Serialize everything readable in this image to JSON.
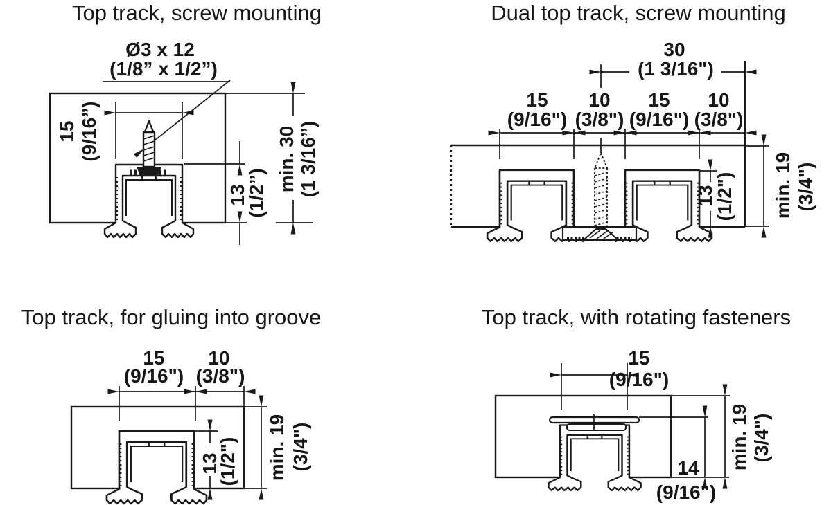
{
  "meta": {
    "page_type": "technical catalog drawing, sliding door top track cross-sections",
    "line_color": "#1a1a1a",
    "background_color": "#ffffff"
  },
  "diagrams": [
    {
      "id": "top-track-screw-mounting",
      "title": "Top track, screw mounting",
      "labels": {
        "screw_spec": "Ø3  x 12",
        "screw_spec_in": "(1/8” x 1/2”)",
        "width": "15",
        "width_in": "(9/16”)",
        "depth": "13",
        "depth_in": "(1/2”)",
        "thickness": "min. 30",
        "thickness_in": "(1 3/16”)"
      }
    },
    {
      "id": "dual-top-track-screw-mounting",
      "title": "Dual top track, screw mounting",
      "labels": {
        "overall": "30",
        "overall_in": "(1 3/16\")",
        "seg1": "15",
        "seg1_in": "(9/16\")",
        "seg2": "10",
        "seg2_in": "(3/8\")",
        "seg3": "15",
        "seg3_in": "(9/16\")",
        "seg4": "10",
        "seg4_in": "(3/8\")",
        "depth": "13",
        "depth_in": "(1/2\")",
        "thickness": "min. 19",
        "thickness_in": "(3/4\")"
      }
    },
    {
      "id": "top-track-gluing-into-groove",
      "title": "Top track, for gluing into groove",
      "labels": {
        "width": "15",
        "width_in": "(9/16\")",
        "edge": "10",
        "edge_in": "(3/8\")",
        "depth": "13",
        "depth_in": "(1/2\")",
        "thickness": "min. 19",
        "thickness_in": "(3/4\")"
      }
    },
    {
      "id": "top-track-rotating-fasteners",
      "title": "Top track, with rotating fasteners",
      "labels": {
        "width": "15",
        "width_in": "(9/16\")",
        "height": "14",
        "height_in": "(9/16\")",
        "thickness": "min. 19",
        "thickness_in": "(3/4\")"
      }
    }
  ]
}
